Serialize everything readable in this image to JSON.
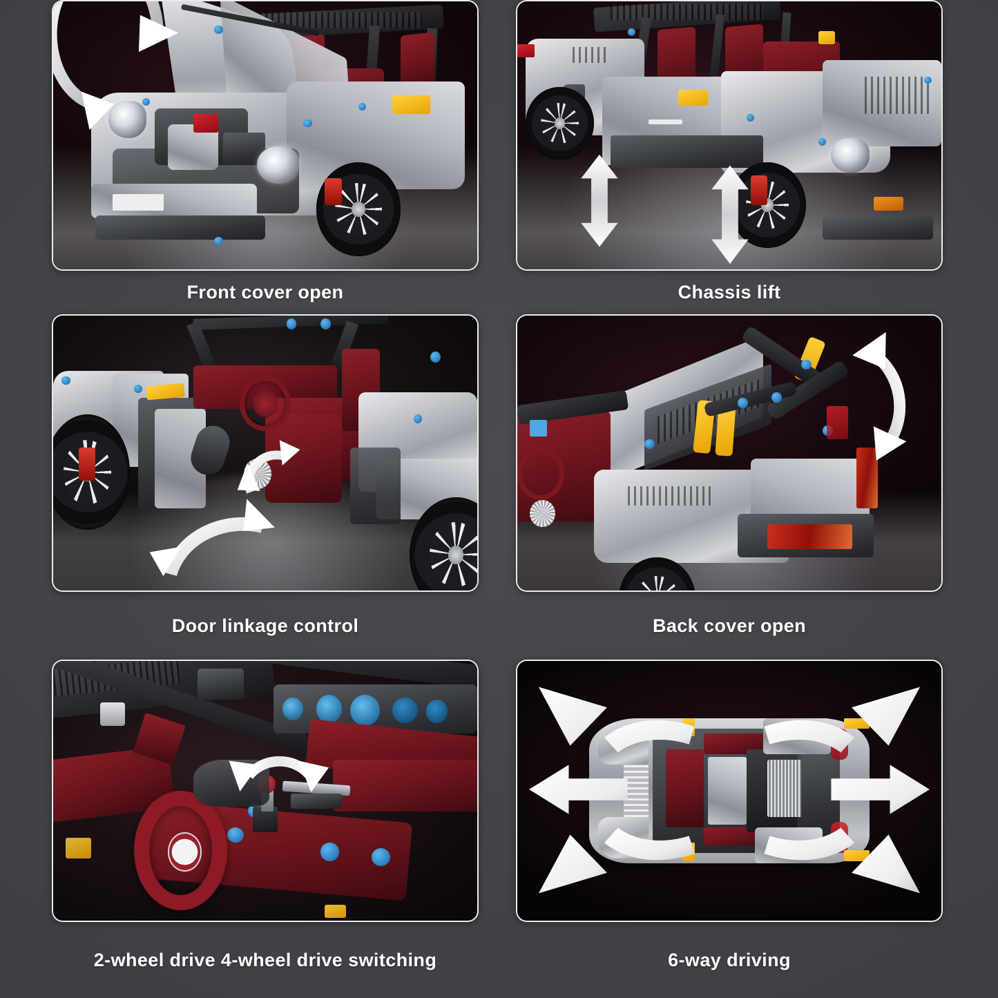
{
  "page": {
    "background_color": "#47474c",
    "caption_color": "#ffffff",
    "panel_border_color": "#ffffff"
  },
  "panels": [
    {
      "id": "front-cover-open",
      "caption": "Front cover open",
      "arrow_type": "curved-double-arrow",
      "scene": "silver brick-built sports car, front hood opened showing engine bay, red roll cage interior"
    },
    {
      "id": "chassis-lift",
      "caption": "Chassis lift",
      "arrow_type": "vertical-double-arrows",
      "scene": "silver brick-built sports car side view with two vertical up-down arrows under the chassis"
    },
    {
      "id": "door-linkage-control",
      "caption": "Door linkage control",
      "arrow_type": "curved-arrows-pair",
      "scene": "interior view with dark red seats, steering wheel and door linkage gears"
    },
    {
      "id": "back-cover-open",
      "caption": "Back cover open",
      "arrow_type": "curved-double-arrow-right",
      "scene": "rear engine cover raised on yellow and black linkage arms"
    },
    {
      "id": "drive-switching",
      "caption": "2-wheel drive 4-wheel drive switching",
      "arrow_type": "curved-double-arrow-small",
      "scene": "close-up of red dashboard, steering wheel and gear selector lever with blue pins"
    },
    {
      "id": "six-way-driving",
      "caption": "6-way driving",
      "arrow_type": "six-direction-arrows",
      "scene": "top-down view of the car chassis with six white directional arrows"
    }
  ],
  "accent_colors": {
    "silver": "#c7c9cf",
    "dark_red": "#8c1f28",
    "yellow": "#ffd23a",
    "blue_pin": "#1f78c0",
    "arrow_white": "#f2f2f2"
  }
}
